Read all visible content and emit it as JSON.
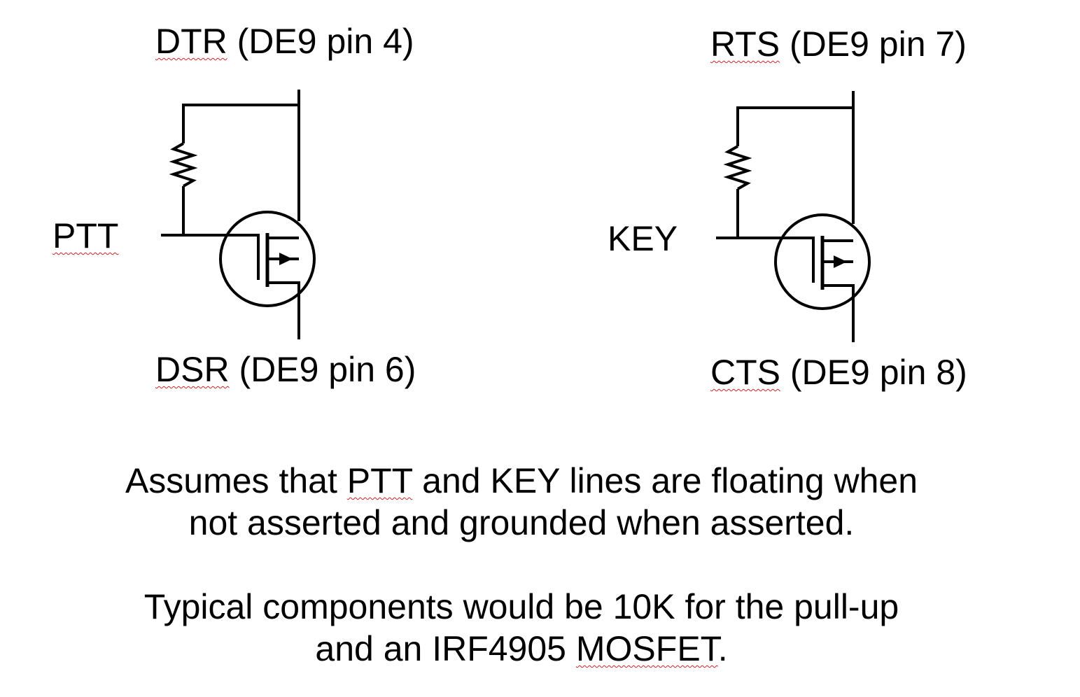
{
  "circuits": [
    {
      "top_signal": "DTR",
      "top_suffix": " (DE9 pin 4)",
      "input_label": "PTT",
      "bottom_signal": "DSR",
      "bottom_suffix": " (DE9 pin 6)"
    },
    {
      "top_signal": "RTS",
      "top_suffix": " (DE9 pin 7)",
      "input_label": "KEY",
      "bottom_signal": "CTS",
      "bottom_suffix": " (DE9 pin 8)"
    }
  ],
  "notes": {
    "para1": {
      "line1_a": "Assumes that ",
      "line1_b": "PTT",
      "line1_c": " and KEY lines are floating when",
      "line2": "not asserted and grounded when asserted."
    },
    "para2": {
      "line1": "Typical components would be 10K for the pull-up",
      "line2_a": "and an IRF4905 ",
      "line2_b": "MOSFET",
      "line2_c": "."
    }
  },
  "colors": {
    "ink": "#000000",
    "spellcheck": "#cc2222",
    "background": "#ffffff"
  },
  "icons": [
    "resistor-symbol",
    "p-channel-mosfet-symbol"
  ]
}
